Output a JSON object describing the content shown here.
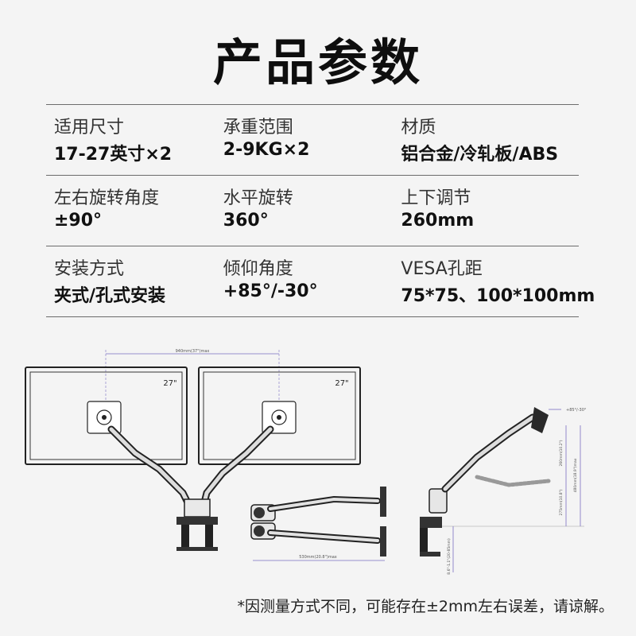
{
  "title": "产品参数",
  "specs": [
    [
      {
        "label": "适用尺寸",
        "value": "17-27英寸×2"
      },
      {
        "label": "承重范围",
        "value": "2-9KG×2"
      },
      {
        "label": "材质",
        "value": "铝合金/冷轧板/ABS"
      }
    ],
    [
      {
        "label": "左右旋转角度",
        "value": "±90°"
      },
      {
        "label": "水平旋转",
        "value": "360°"
      },
      {
        "label": "上下调节",
        "value": "260mm"
      }
    ],
    [
      {
        "label": "安装方式",
        "value": "夹式/孔式安装"
      },
      {
        "label": "倾仰角度",
        "value": "+85°/-30°"
      },
      {
        "label": "VESA孔距",
        "value": "75*75、100*100mm"
      }
    ]
  ],
  "drawing": {
    "monitor_left_size": "27\"",
    "monitor_right_size": "27\"",
    "top_dimension": "940mm(37\")max",
    "bottom_dimension": "530mm(20.8\")max",
    "tilt_label": "+85°/-30°",
    "height_dim_1": "260mm(10.2\")",
    "height_dim_2": "480mm(18.9\")max",
    "height_dim_3": "275mm(10.8\")",
    "clamp_dim": "8.6\"-1.1\"(20-85mm)"
  },
  "footnote": "*因测量方式不同，可能存在±2mm左右误差，请谅解。"
}
